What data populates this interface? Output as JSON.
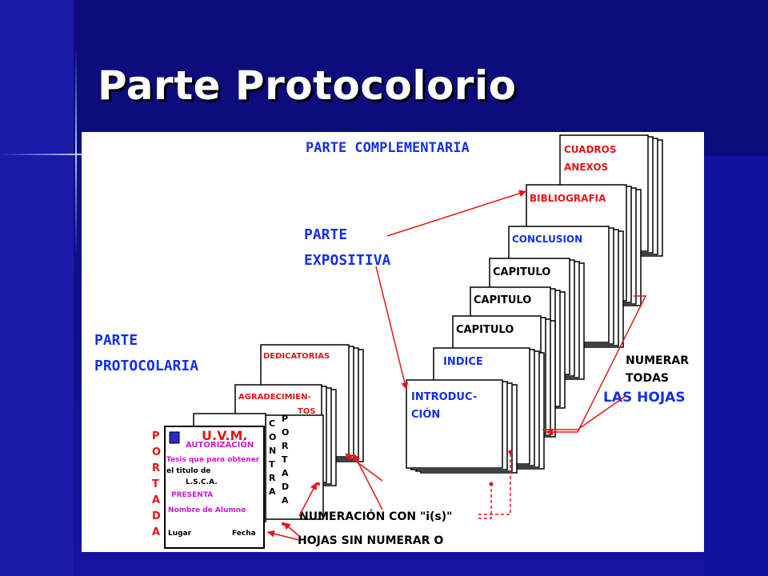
{
  "slide": {
    "title": "Parte Protocolorio"
  },
  "diagram": {
    "section_labels": {
      "complementaria": "PARTE COMPLEMENTARIA",
      "expositiva_line1": "PARTE",
      "expositiva_line2": "EXPOSITIVA",
      "protocolaria_line1": "PARTE",
      "protocolaria_line2": "PROTOCOLARIA"
    },
    "pages": {
      "cuadros_line1": "CUADROS",
      "cuadros_line2": "ANEXOS",
      "bibliografia": "BIBLIOGRAFIA",
      "conclusion": "CONCLUSION",
      "capitulo_1": "CAPITULO",
      "capitulo_2": "CAPITULO",
      "capitulo_3": "CAPITULO",
      "indice": "INDICE",
      "introduccion_line1": "INTRODUC-",
      "introduccion_line2": "CIÓN",
      "dedicatorias": "DEDICATORIAS",
      "agradecimientos_line1": "AGRADECIMIEN-",
      "agradecimientos_line2": "TOS"
    },
    "portada_vertical": [
      "P",
      "O",
      "R",
      "T",
      "A",
      "D",
      "A"
    ],
    "contra_vertical": [
      "C",
      "O",
      "N",
      "T",
      "R",
      "A"
    ],
    "portada2_vertical": [
      "P",
      "O",
      "R",
      "T",
      "A",
      "D",
      "A"
    ],
    "cover_page": {
      "uvm": "U.V.M.",
      "autorizacion": "AUTORIZACIÓN",
      "line1": "Tesis que para obtener",
      "line2": "el titulo de",
      "line3": "L.S.C.A.",
      "presenta": "PRESENTA",
      "nombre": "Nombre de Alumno",
      "lugar": "Lugar",
      "fecha": "Fecha"
    },
    "annotations": {
      "numerar_line1": "NUMERAR",
      "numerar_line2": "TODAS",
      "numerar_line3": "LAS HOJAS",
      "numeracion": "NUMERACIÓN CON \"i(s)\"",
      "hojas_sin": "HOJAS SIN NUMERAR O"
    },
    "colors": {
      "blue": "#1530e6",
      "red": "#e61414",
      "magenta": "#d016d0",
      "black": "#000000"
    }
  }
}
